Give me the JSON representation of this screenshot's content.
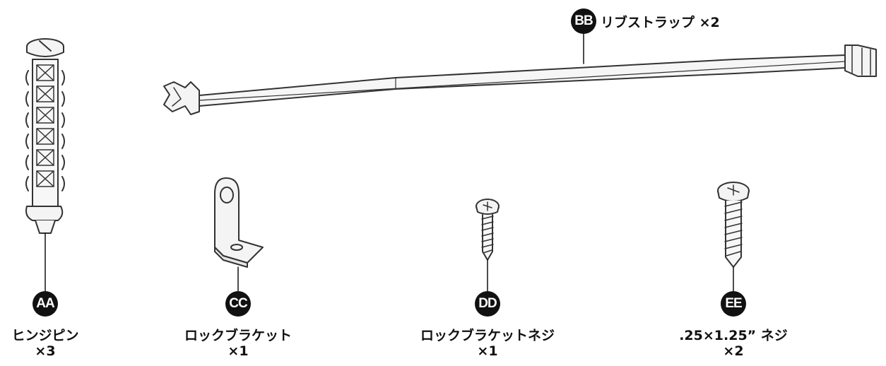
{
  "parts": {
    "aa": {
      "code": "AA",
      "name": "ヒンジピン",
      "qty": "×3"
    },
    "bb": {
      "code": "BB",
      "name": "リブストラップ ×2"
    },
    "cc": {
      "code": "CC",
      "name": "ロックブラケット",
      "qty": "×1"
    },
    "dd": {
      "code": "DD",
      "name": "ロックブラケットネジ",
      "qty": "×1"
    },
    "ee": {
      "code": "EE",
      "name": ".25×1.25” ネジ",
      "qty": "×2"
    }
  },
  "colors": {
    "ink": "#111111",
    "line": "#333333",
    "fill": "#f4f4f4"
  }
}
